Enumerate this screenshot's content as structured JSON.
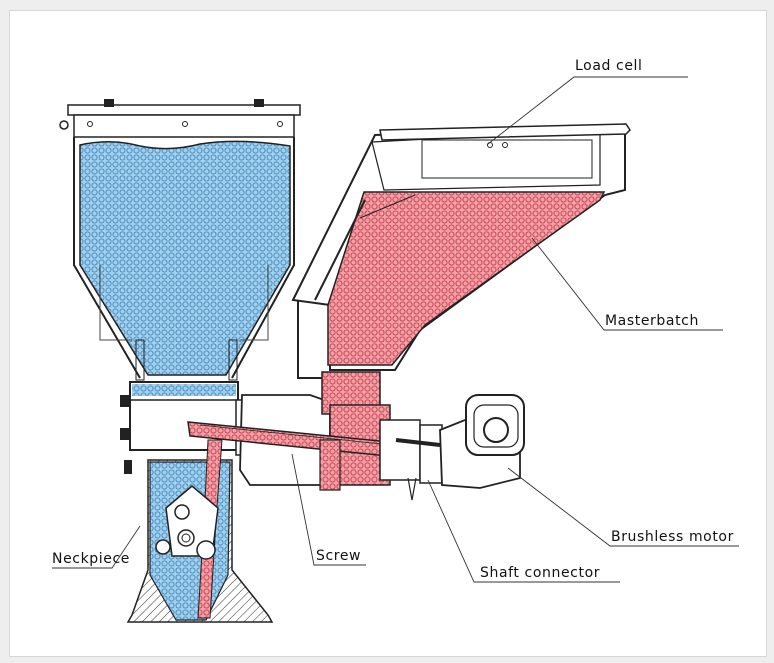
{
  "labels": {
    "load_cell": "Load cell",
    "masterbatch": "Masterbatch",
    "brushless_motor": "Brushless motor",
    "shaft_connector": "Shaft connector",
    "screw": "Screw",
    "neckpiece": "Neckpiece"
  },
  "colors": {
    "frame_bg": "#ffffff",
    "page_bg": "#eeeeee",
    "blue_granules": "#8fc3e6",
    "red_granules": "#e8838c",
    "line": "#222222"
  }
}
